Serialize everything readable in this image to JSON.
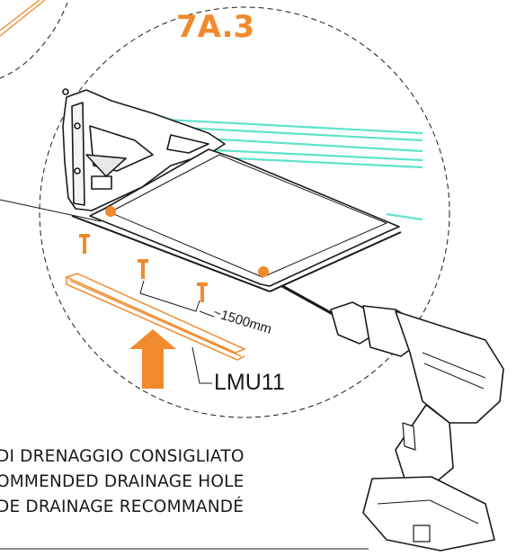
{
  "step_label": "7A.3",
  "profile_label": "LMU11",
  "dimension_label": "~1500mm",
  "drainage_note": {
    "it": "DI DRENAGGIO CONSIGLIATO",
    "en": "OMMENDED DRAINAGE HOLE",
    "fr": "DE DRAINAGE RECOMMANDÉ"
  },
  "colors": {
    "accent_orange": "#f08a2c",
    "glass_cyan": "#5fe3c9",
    "line_dark": "#1a1a1a"
  },
  "icons": {
    "drill": "cordless-drill-icon",
    "arrow": "up-arrow-icon",
    "screw": "screw-icon"
  }
}
